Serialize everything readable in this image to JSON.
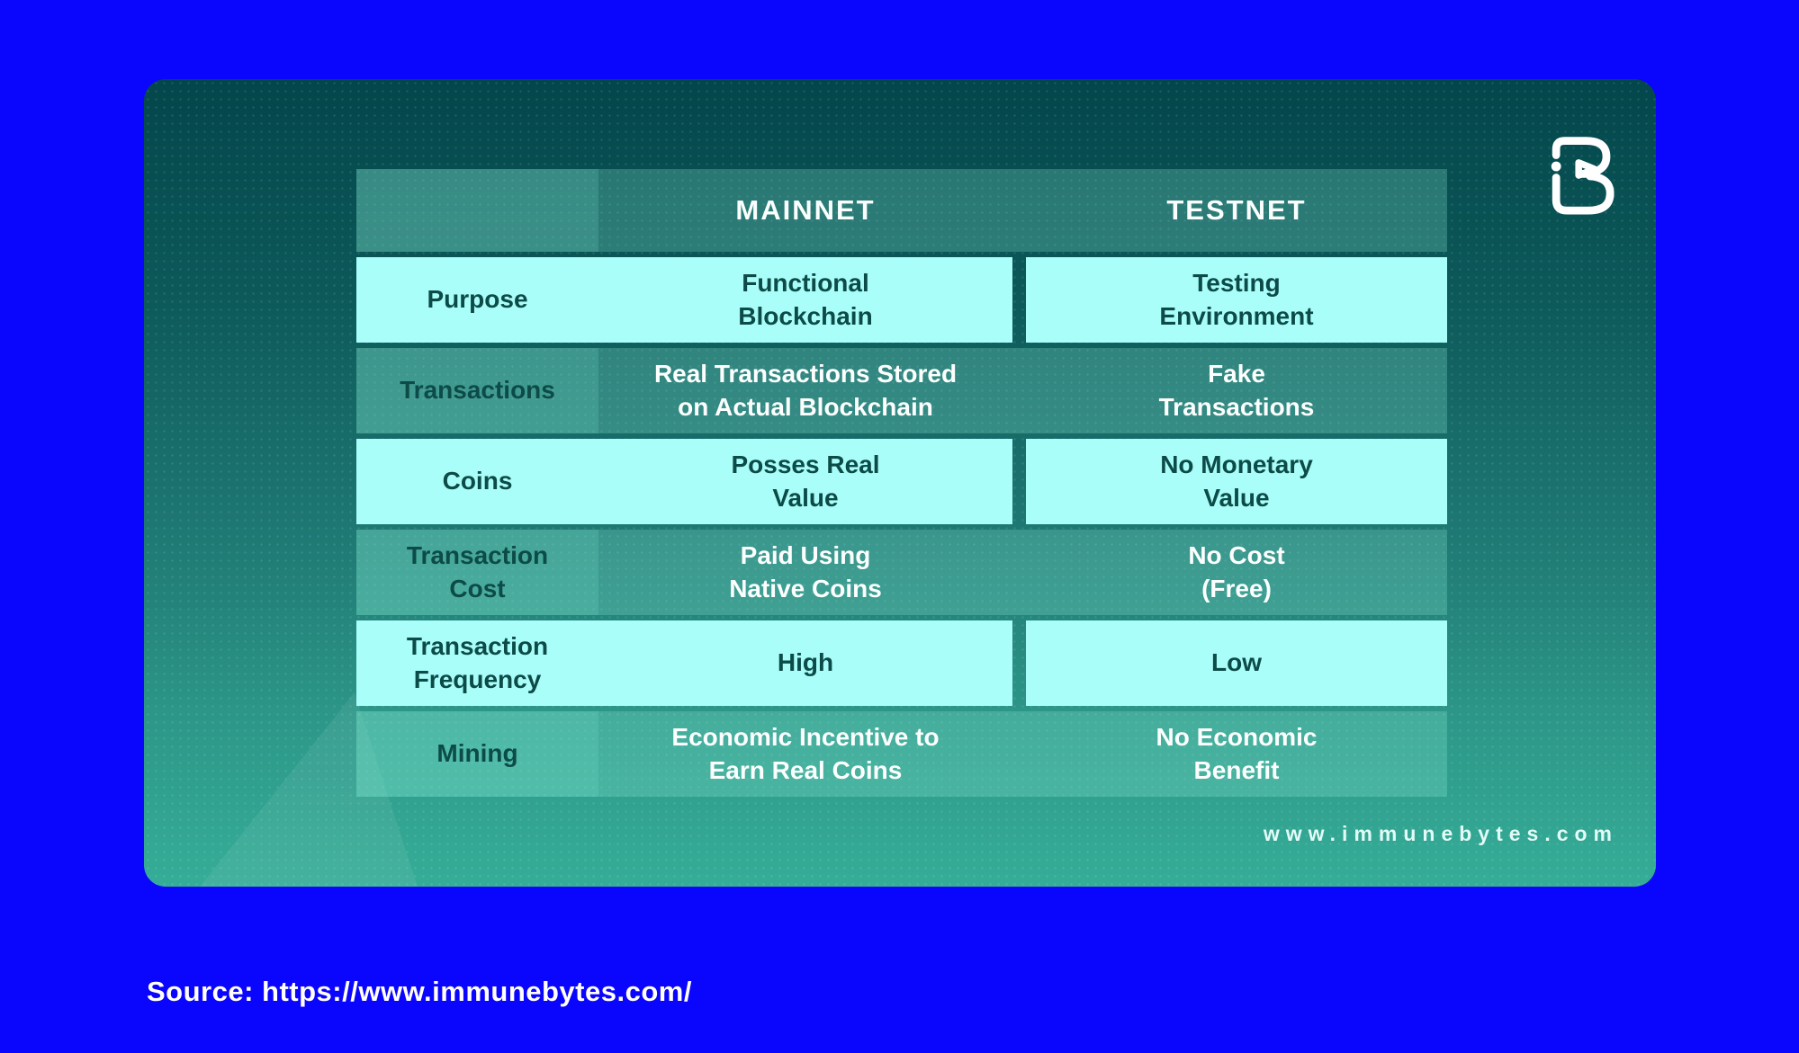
{
  "page": {
    "source_text": "Source: https://www.immunebytes.com/"
  },
  "card": {
    "website": "www.immunebytes.com",
    "logo": "immunebytes-ib-monogram"
  },
  "table": {
    "headers": {
      "mainnet": "MAINNET",
      "testnet": "TESTNET"
    },
    "rows": [
      {
        "variant": "light",
        "label": "Purpose",
        "mainnet": "Functional\nBlockchain",
        "testnet": "Testing\nEnvironment"
      },
      {
        "variant": "dark",
        "label": "Transactions",
        "mainnet": "Real Transactions Stored\non Actual Blockchain",
        "testnet": "Fake\nTransactions"
      },
      {
        "variant": "light",
        "label": "Coins",
        "mainnet": "Posses Real\nValue",
        "testnet": "No Monetary\nValue"
      },
      {
        "variant": "dark",
        "label": "Transaction\nCost",
        "mainnet": "Paid Using\nNative Coins",
        "testnet": "No Cost\n(Free)"
      },
      {
        "variant": "light",
        "label": "Transaction\nFrequency",
        "mainnet": "High",
        "testnet": "Low"
      },
      {
        "variant": "dark",
        "label": "Mining",
        "mainnet": "Economic Incentive to\nEarn Real Coins",
        "testnet": "No Economic\nBenefit"
      }
    ]
  },
  "chart_data": {
    "type": "table",
    "title": "Mainnet vs Testnet comparison",
    "columns": [
      "",
      "MAINNET",
      "TESTNET"
    ],
    "rows": [
      [
        "Purpose",
        "Functional Blockchain",
        "Testing Environment"
      ],
      [
        "Transactions",
        "Real Transactions Stored on Actual Blockchain",
        "Fake Transactions"
      ],
      [
        "Coins",
        "Posses Real Value",
        "No Monetary Value"
      ],
      [
        "Transaction Cost",
        "Paid Using Native Coins",
        "No Cost (Free)"
      ],
      [
        "Transaction Frequency",
        "High",
        "Low"
      ],
      [
        "Mining",
        "Economic Incentive to Earn Real Coins",
        "No Economic Benefit"
      ]
    ],
    "legend_position": "none",
    "grid": false
  },
  "colors": {
    "page_background": "#0A05FC",
    "card_gradient_top": "#03464B",
    "card_gradient_bottom": "#35AD97",
    "light_cell": "#A9FEFA",
    "dark_cell_overlay": "rgba(137,231,212,0.27)",
    "label_cell_overlay": "rgba(130,232,210,0.40)",
    "dark_text": "#0C4B47",
    "header_text": "#FAFFFE"
  }
}
